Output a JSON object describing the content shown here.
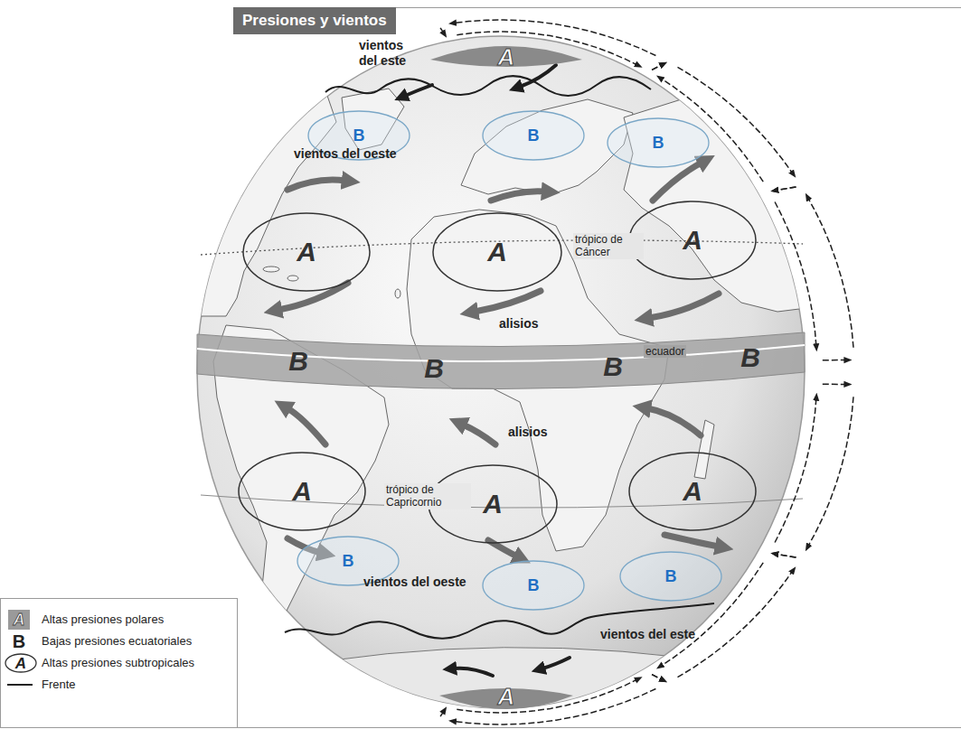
{
  "diagram": {
    "title": "Presiones y vientos",
    "nodes": [
      {
        "text": [
          "A"
        ]
      },
      {
        "text": [
          "B"
        ]
      },
      {
        "text": [
          "B"
        ]
      },
      {
        "text": [
          "B"
        ]
      },
      {
        "text": [
          "A"
        ]
      },
      {
        "text": [
          "A"
        ]
      },
      {
        "text": [
          "A"
        ]
      },
      {
        "text": [
          "B",
          "B",
          "B",
          "B"
        ]
      },
      {
        "text": [
          "A"
        ]
      },
      {
        "text": [
          "A"
        ]
      },
      {
        "text": [
          "A"
        ]
      },
      {
        "text": [
          "B"
        ]
      },
      {
        "text": [
          "B"
        ]
      },
      {
        "text": [
          "B"
        ]
      },
      {
        "text": [
          "A"
        ]
      }
    ],
    "labels": [
      "vientos del este",
      "vientos del oeste",
      "trópico de Cáncer",
      "alisios",
      "ecuador",
      "alisios",
      "trópico de Capricornio",
      "vientos del oeste",
      "vientos del este",
      "A",
      "B",
      "A"
    ],
    "legend": [
      {
        "text": "Altas presiones polares"
      },
      {
        "text": "Bajas presiones ecuatoriales"
      },
      {
        "text": "Altas presiones subtropicales"
      },
      {
        "text": "Frente"
      }
    ]
  }
}
